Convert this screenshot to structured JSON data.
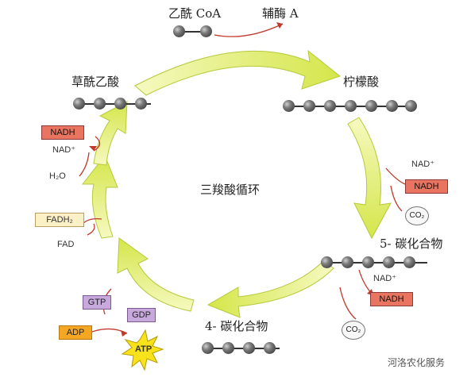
{
  "labels": {
    "acetyl_coa": "乙酰 CoA",
    "coenzyme_a": "辅酶 A",
    "oxaloacetate": "草酰乙酸",
    "citrate": "柠檬酸",
    "tca_cycle": "三羧酸循环",
    "five_carbon": "5- 碳化合物",
    "four_carbon": "4- 碳化合物"
  },
  "cofactors": {
    "nadh_left": "NADH",
    "nad_left": "NAD⁺",
    "h2o": "H₂O",
    "fadh2": "FADH₂",
    "fad": "FAD",
    "nad_right1": "NAD⁺",
    "nadh_right1": "NADH",
    "co2_1": "CO₂",
    "nad_right2": "NAD⁺",
    "nadh_right2": "NADH",
    "co2_2": "CO₂",
    "gtp": "GTP",
    "gdp": "GDP",
    "adp": "ADP",
    "atp": "ATP"
  },
  "watermark": "河洛农化服务",
  "colors": {
    "cycle_arrow": "#e6ef7a",
    "cycle_arrow_edge": "#b6c93a",
    "reaction_arrow": "#c0392b",
    "nadh_box": "#e9745f",
    "atp_star": "#f7e21b"
  }
}
